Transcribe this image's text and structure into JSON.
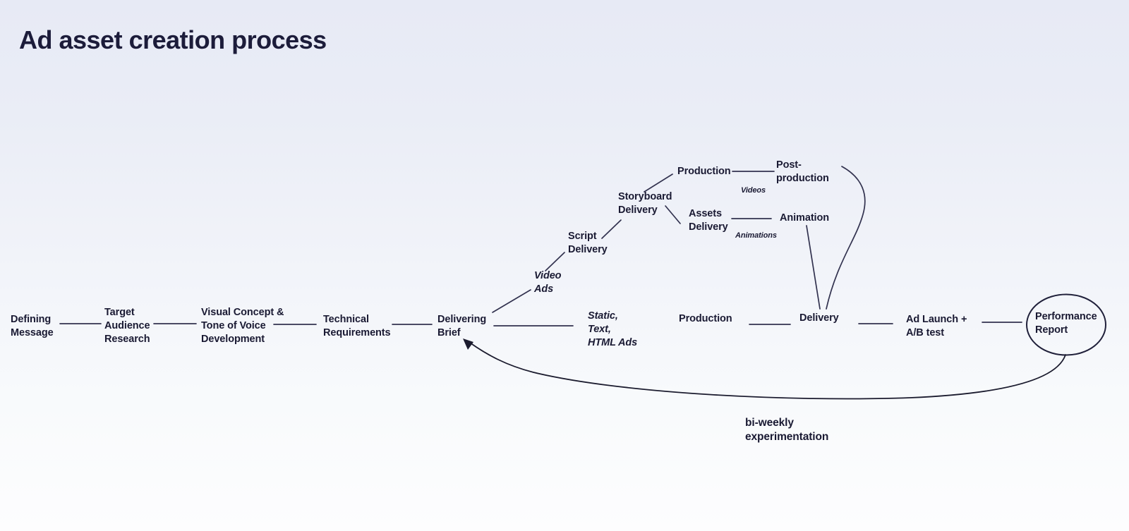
{
  "title": "Ad asset creation process",
  "colors": {
    "text": "#1a1a33",
    "connector_line": "#32324f",
    "feedback_curve": "#1b1b2e",
    "background_top": "#e7eaf5",
    "background_bottom": "#fdfdfe"
  },
  "nodes": {
    "defining_message": "Defining\nMessage",
    "target_audience_research": "Target\nAudience\nResearch",
    "visual_concept": "Visual Concept &\nTone of Voice\nDevelopment",
    "technical_requirements": "Technical\nRequirements",
    "delivering_brief": "Delivering\nBrief",
    "static_text_html_ads": "Static,\nText,\nHTML Ads",
    "production_main": "Production",
    "delivery": "Delivery",
    "ad_launch_ab_test": "Ad Launch +\nA/B test",
    "performance_report": "Performance\nReport",
    "video_ads": "Video\nAds",
    "script_delivery": "Script\nDelivery",
    "storyboard_delivery": "Storyboard\nDelivery",
    "production_video": "Production",
    "post_production": "Post-\nproduction",
    "assets_delivery": "Assets\nDelivery",
    "animation": "Animation"
  },
  "annotations": {
    "videos": "Videos",
    "animations": "Animations",
    "bi_weekly_experimentation": "bi-weekly\nexperimentation"
  }
}
